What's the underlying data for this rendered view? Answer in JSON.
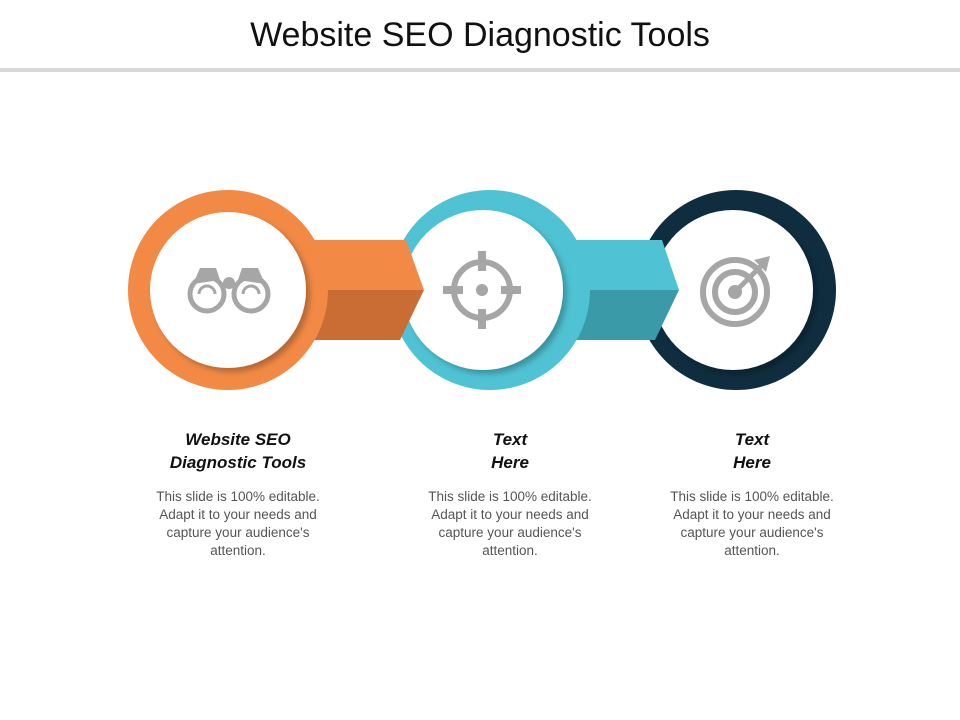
{
  "slide": {
    "title": "Website SEO Diagnostic Tools"
  },
  "steps": [
    {
      "title": "Website SEO\nDiagnostic Tools",
      "description": "This slide is 100% editable. Adapt it to your needs and capture your audience's attention.",
      "icon": "binoculars-icon",
      "color": "#f28a45"
    },
    {
      "title": "Text\nHere",
      "description": "This slide is 100% editable. Adapt it to your needs and capture your audience's attention.",
      "icon": "crosshair-icon",
      "color": "#4fc3d3"
    },
    {
      "title": "Text\nHere",
      "description": "This slide is 100% editable. Adapt it to your needs and capture your audience's attention.",
      "icon": "target-arrow-icon",
      "color": "#0f2d3f"
    }
  ]
}
